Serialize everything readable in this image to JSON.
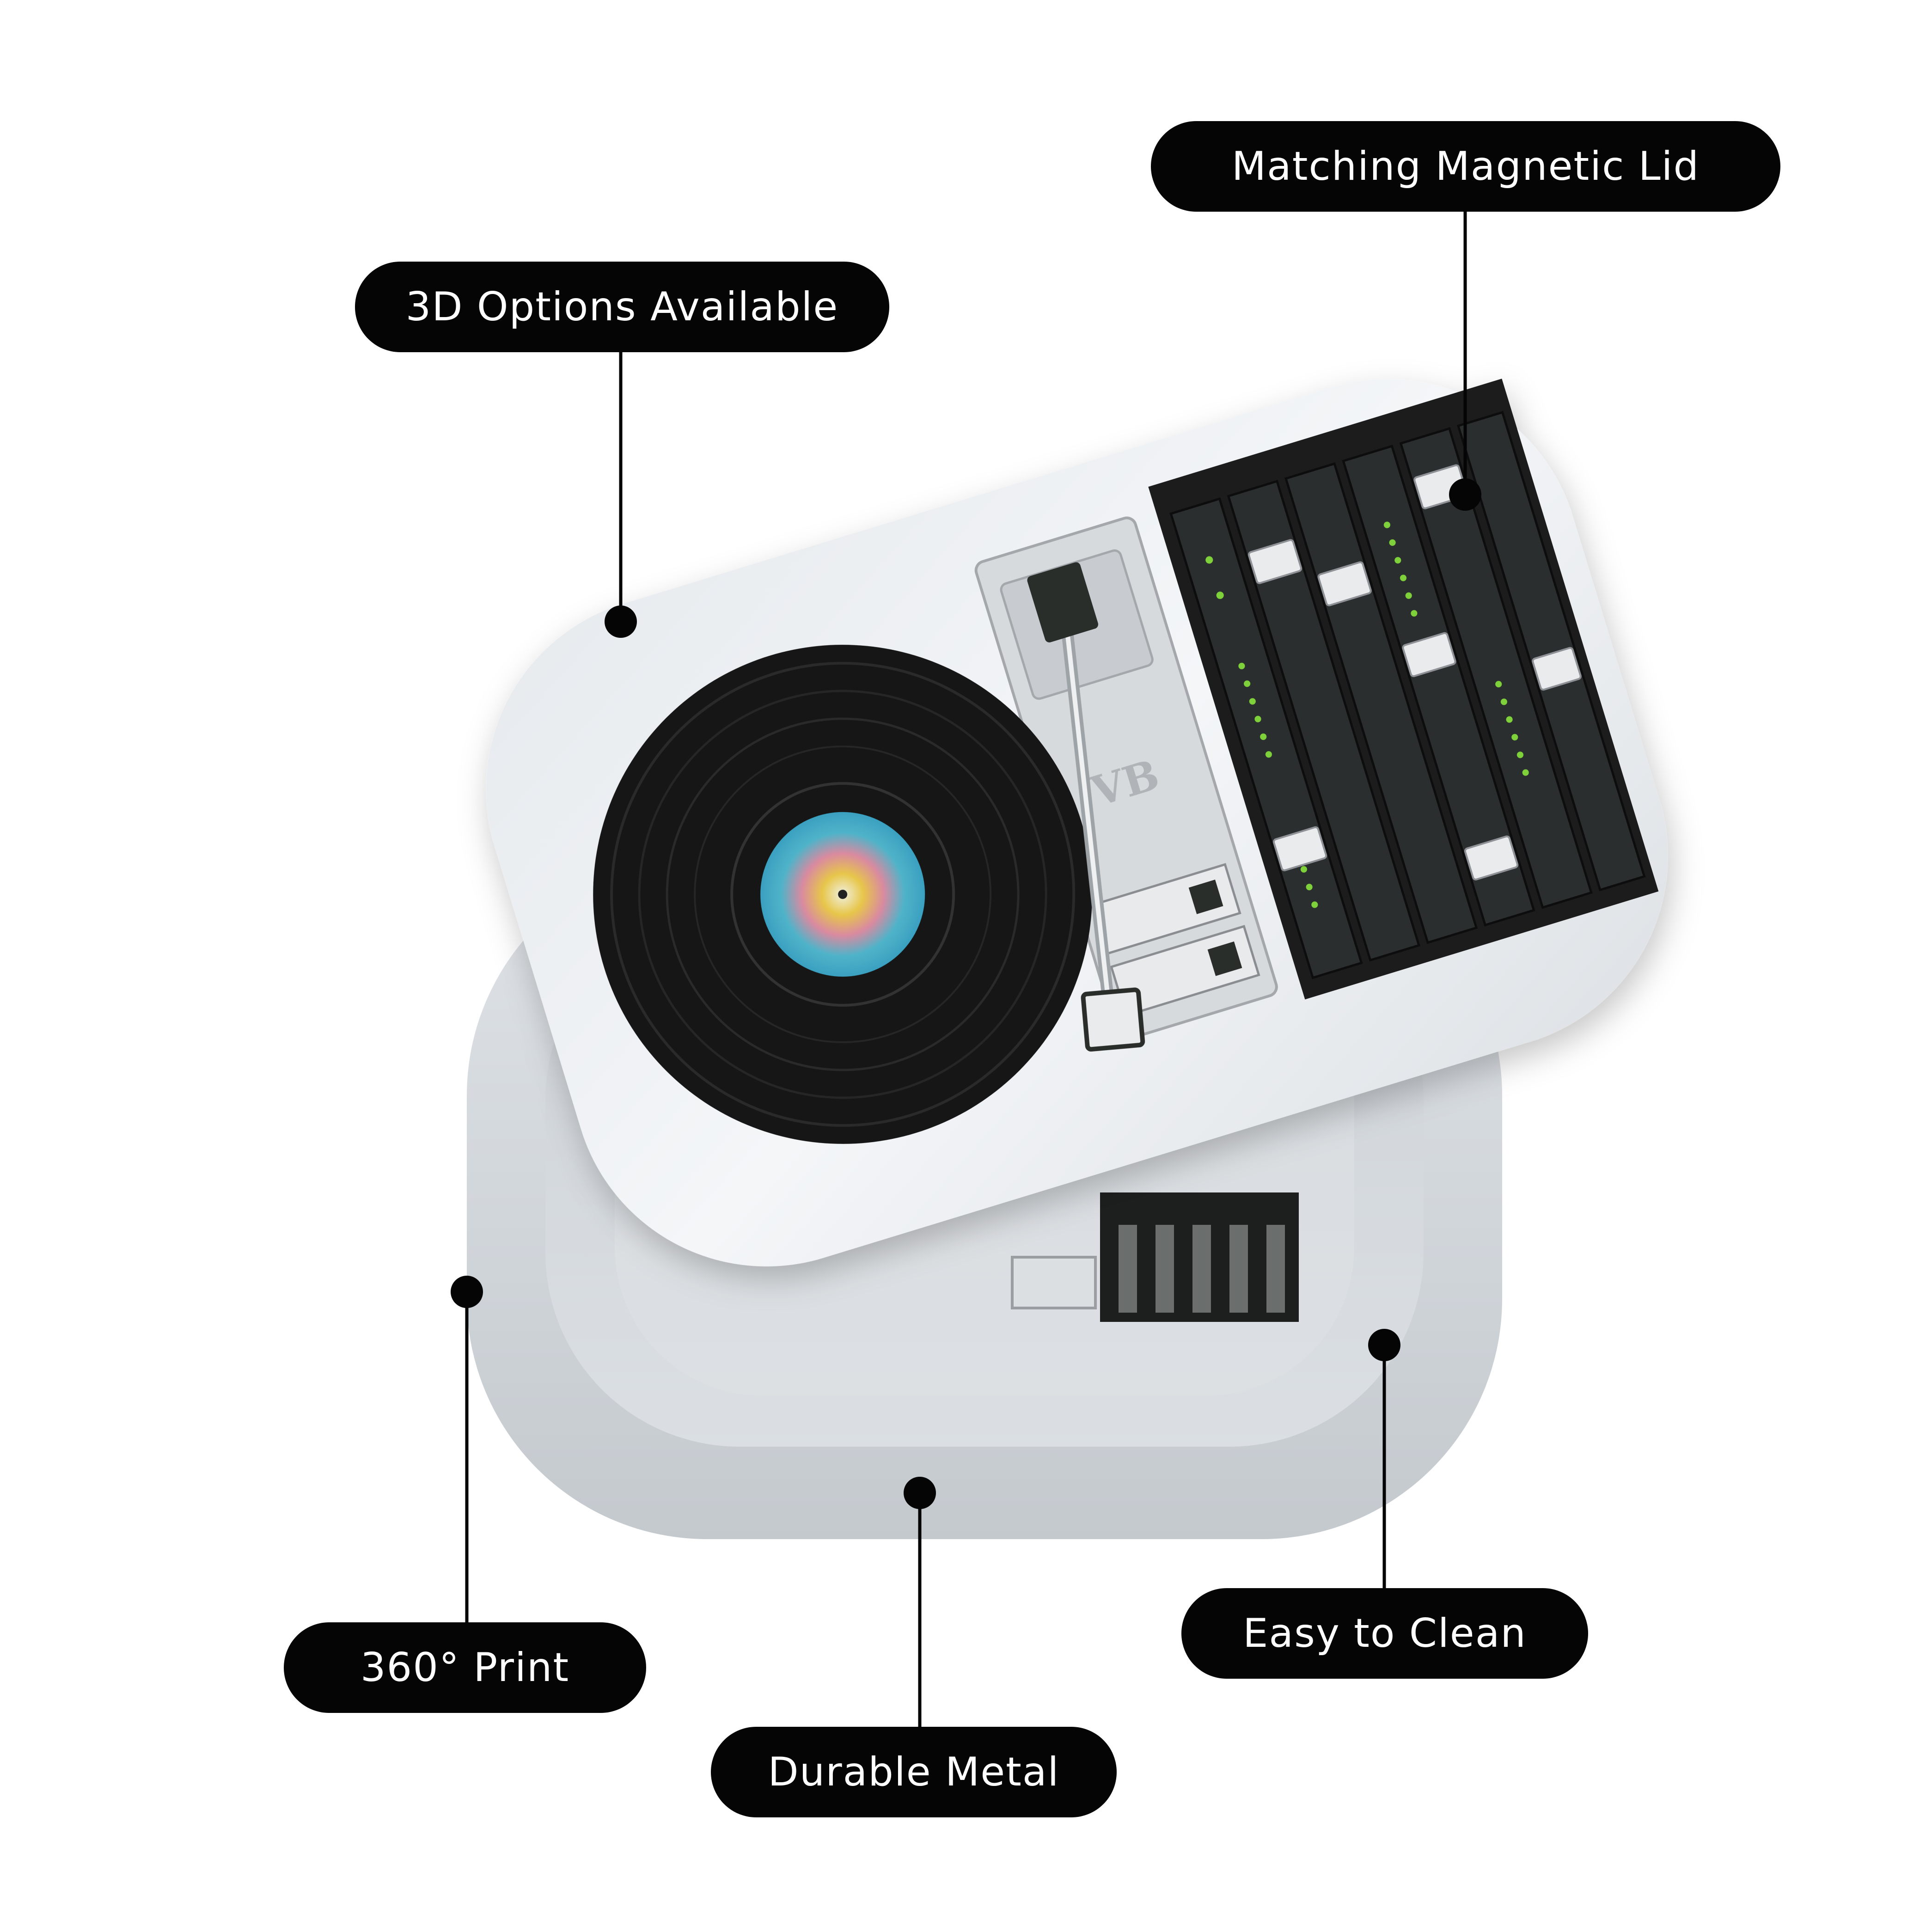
{
  "callouts": [
    {
      "id": "lid",
      "label": "Matching Magnetic Lid"
    },
    {
      "id": "options",
      "label": "3D Options Available"
    },
    {
      "id": "print",
      "label": "360° Print"
    },
    {
      "id": "metal",
      "label": "Durable Metal"
    },
    {
      "id": "clean",
      "label": "Easy to Clean"
    }
  ],
  "artwork": {
    "subject": "metal tin with lid printed with a turntable and mixer",
    "colors": {
      "pill": "#050505",
      "pill_text": "#ffffff",
      "metal_light": "#eef1f4",
      "metal_mid": "#cfd3d8",
      "vinyl": "#141414",
      "mixer_panel": "#1c1f1e",
      "led_green": "#7fd13b"
    }
  }
}
